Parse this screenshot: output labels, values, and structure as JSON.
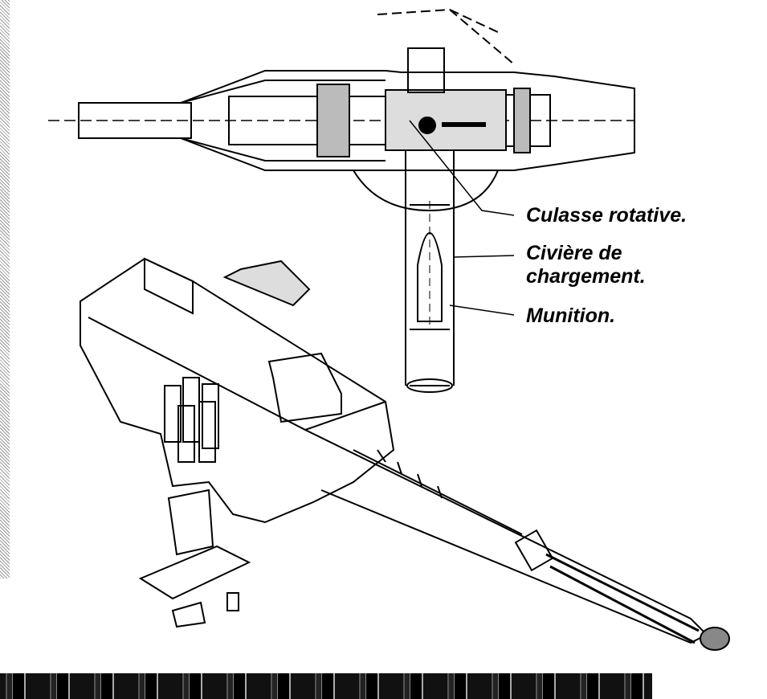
{
  "labels": {
    "breech": "Culasse rotative.",
    "loading_tray": "Civière de chargement.",
    "ammunition": "Munition."
  }
}
